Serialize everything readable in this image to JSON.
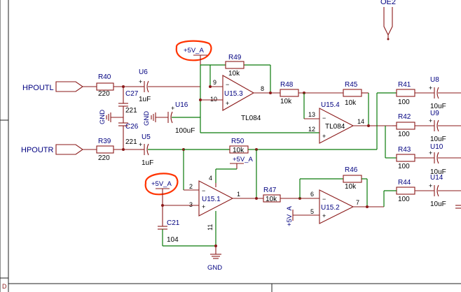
{
  "ports": {
    "left": "HPOUTL",
    "right": "HPOUTR",
    "top_right": "OE2"
  },
  "power": {
    "p1": "+5V_A",
    "p2": "+5V_A",
    "p3": "+5V_A",
    "p4": "+5V_A",
    "gnd1": "GND",
    "gnd2": "GND",
    "gnd3": "GND"
  },
  "resistors": {
    "R40": {
      "ref": "R40",
      "value": "220"
    },
    "R39": {
      "ref": "R39",
      "value": "220"
    },
    "R49": {
      "ref": "R49",
      "value": "10k"
    },
    "R48": {
      "ref": "R48",
      "value": "10k"
    },
    "R45": {
      "ref": "R45",
      "value": "10k"
    },
    "R50": {
      "ref": "R50",
      "value": "10k"
    },
    "R47": {
      "ref": "R47",
      "value": "10k"
    },
    "R46": {
      "ref": "R46",
      "value": "10k"
    },
    "R41": {
      "ref": "R41",
      "value": "100"
    },
    "R42": {
      "ref": "R42",
      "value": "100"
    },
    "R43": {
      "ref": "R43",
      "value": "100"
    },
    "R44": {
      "ref": "R44",
      "value": "100"
    }
  },
  "capacitors": {
    "U6": {
      "ref": "U6",
      "value": "1uF"
    },
    "U5": {
      "ref": "U5",
      "value": "1uF"
    },
    "U16": {
      "ref": "U16",
      "value": "100uF"
    },
    "C27": {
      "ref": "C27",
      "value": "221"
    },
    "C26": {
      "ref": "C26",
      "value": "221"
    },
    "C21": {
      "ref": "C21",
      "value": "104"
    },
    "U8": {
      "ref": "U8",
      "value": "10uF"
    },
    "U9": {
      "ref": "U9",
      "value": "10uF"
    },
    "U10": {
      "ref": "U10",
      "value": "10uF"
    },
    "U14": {
      "ref": "U14",
      "value": "10uF"
    }
  },
  "opamps": {
    "U153": {
      "ref": "U15.3",
      "part": "TL084",
      "pin_out": "8",
      "pin_neg": "9",
      "pin_pos": "10"
    },
    "U154": {
      "ref": "U15.4",
      "part": "TL084",
      "pin_out": "14",
      "pin_neg": "13",
      "pin_pos": "12"
    },
    "U151": {
      "ref": "U15.1",
      "pin_out": "1",
      "pin_neg": "2",
      "pin_pos": "3",
      "pin_vcc": "4",
      "pin_gnd": "11"
    },
    "U152": {
      "ref": "U15.2",
      "pin_out": "7",
      "pin_neg": "6",
      "pin_pos": "5"
    }
  },
  "frame": {
    "zone": "D"
  }
}
